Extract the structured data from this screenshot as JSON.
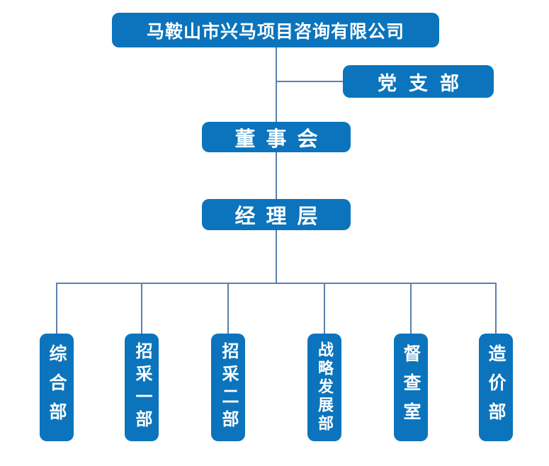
{
  "colors": {
    "background": "#ffffff",
    "box_blue": "#0b74bc",
    "line_blue": "#5b80ad",
    "text_white": "#ffffff"
  },
  "org_chart": {
    "company": "马鞍山市兴马项目咨询有限公司",
    "party_branch": "党支部",
    "board": "董事会",
    "management": "经理层",
    "departments": [
      "综合部",
      "招采一部",
      "招采二部",
      "战略发展部",
      "督查室",
      "造价部"
    ]
  }
}
